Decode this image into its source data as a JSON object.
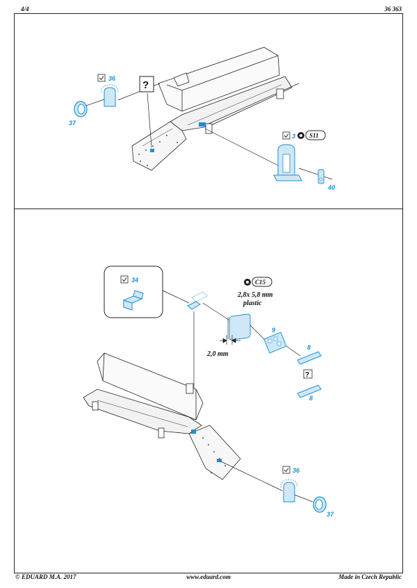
{
  "header": {
    "page": "4/4",
    "kit_number": "36 363"
  },
  "footer": {
    "copyright": "© EDUARD  M.A. 2017",
    "website": "www.eduard.com",
    "origin": "Made in Czech Republic"
  },
  "top_panel": {
    "part_36": "36",
    "part_37": "37",
    "part_3": "3",
    "part_40": "40",
    "plastic_ref": "S11",
    "question": "?"
  },
  "bottom_panel": {
    "inset_part": "34",
    "plastic_ref": "C15",
    "plastic_note_line1": "2,8x 5,8 mm",
    "plastic_note_line2": "plastic",
    "dimension": "2,0 mm",
    "part_9": "9",
    "part_8a": "8",
    "part_8b": "8",
    "question": "?",
    "part_36": "36",
    "part_37": "37"
  },
  "colors": {
    "part_blue": "#1f8fd0",
    "part_fill": "#cfe8f7",
    "line": "#222222"
  }
}
